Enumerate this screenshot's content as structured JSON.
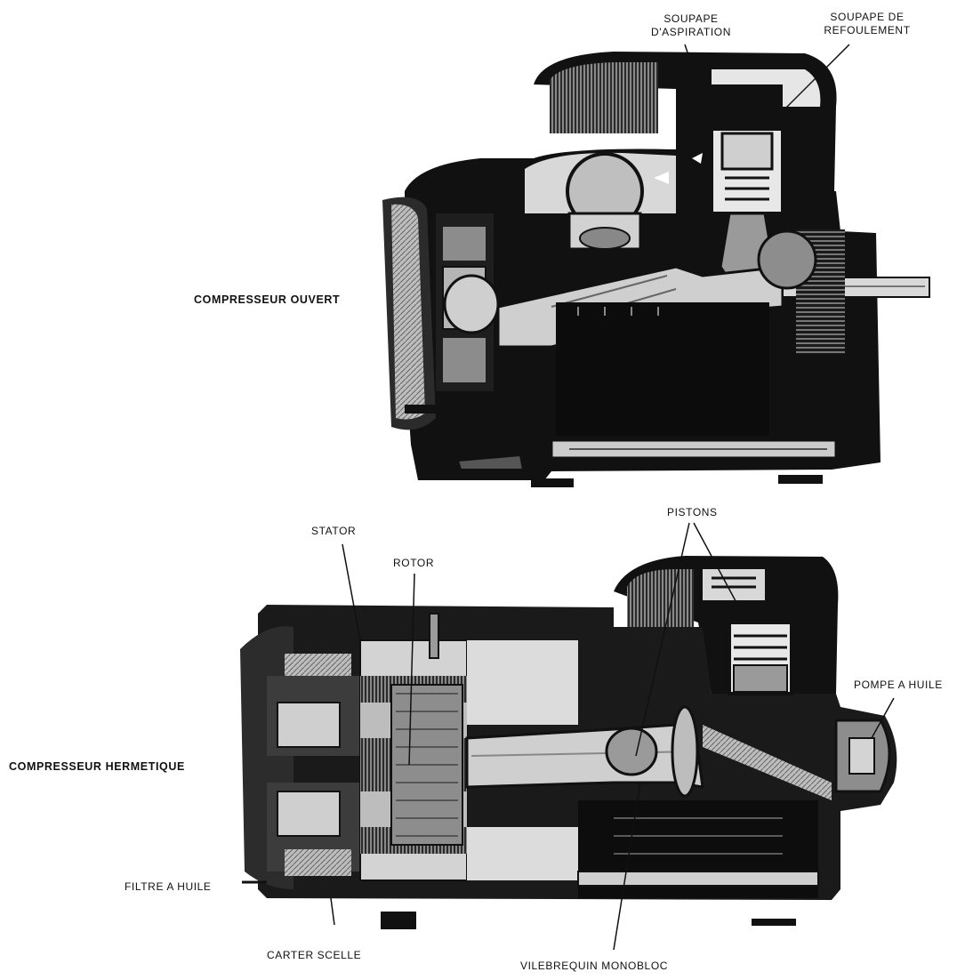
{
  "diagram": {
    "colors": {
      "ink": "#111111",
      "gray": "#9a9a9a",
      "paper": "#ffffff"
    },
    "top": {
      "title": "COMPRESSEUR OUVERT",
      "callouts": {
        "suction_valve": [
          "SOUPAPE",
          "D'ASPIRATION"
        ],
        "discharge_valve": [
          "SOUPAPE DE",
          "REFOULEMENT"
        ]
      }
    },
    "bottom": {
      "title": "COMPRESSEUR HERMETIQUE",
      "callouts": {
        "stator": "STATOR",
        "rotor": "ROTOR",
        "pistons": "PISTONS",
        "oil_pump": "POMPE A HUILE",
        "oil_filter": "FILTRE A HUILE",
        "sealed_housing": "CARTER SCELLE",
        "crankshaft": "VILEBREQUIN MONOBLOC"
      }
    }
  }
}
